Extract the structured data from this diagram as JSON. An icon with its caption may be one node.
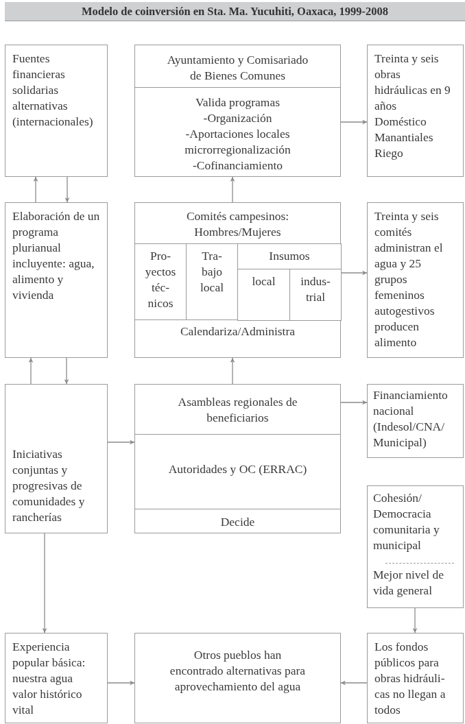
{
  "diagram": {
    "title": "Modelo de coinversión en Sta. Ma. Yucuhiti, Oaxaca, 1999-2008",
    "nodes": [
      {
        "text": [
          "Fuentes financieras solidarias alternativas (internacionales)"
        ]
      },
      {
        "text": [
          "Ayuntamiento y Comisariado de Bienes Comunes",
          "Valida programas",
          "-Organización",
          "-Aportaciones locales microrregionalización",
          "-Cofinanciamiento"
        ]
      },
      {
        "text": [
          "Treinta y seis obras hidráulicas en 9 años",
          "Doméstico",
          "Manantiales",
          "Riego"
        ]
      },
      {
        "text": [
          "Elaboración de un programa plurianual incluyente: agua, alimento y vivienda"
        ]
      },
      {
        "text": [
          "Comités campesinos: Hombres/Mujeres",
          "Calendariza/Administra"
        ]
      },
      {
        "text": [
          "Pro- yectos téc- nicos"
        ],
        "in": 4
      },
      {
        "text": [
          "Tra- bajo local"
        ],
        "in": 4
      },
      {
        "text": [
          "Insumos"
        ],
        "in": 4
      },
      {
        "text": [
          "local"
        ],
        "in": 7
      },
      {
        "text": [
          "indus- trial"
        ],
        "in": 7
      },
      {
        "text": [
          "Treinta y seis comités administran el agua y 25 grupos femeninos autogestivos producen alimento"
        ]
      },
      {
        "text": [
          "Iniciativas conjuntas y progresivas de comunidades y rancherías"
        ]
      },
      {
        "text": [
          "Asambleas regionales de beneficiarios",
          "Autoridades y OC (ERRAC)",
          "Decide"
        ]
      },
      {
        "text": [
          "Financiamiento nacional (Indesol/CNA/ Municipal)"
        ]
      },
      {
        "text": [
          "Cohesión/ Democracia comunitaria y municipal",
          "Mejor nivel de vida general"
        ]
      },
      {
        "text": [
          "Experiencia popular básica: nuestra agua valor histórico vital"
        ]
      },
      {
        "text": [
          "Otros pueblos han encontrado alternativas para aprovechamiento del agua"
        ]
      },
      {
        "text": [
          "Los fondos públicos para obras hidráuli- cas no llegan a todos"
        ]
      }
    ],
    "edges": [
      {
        "from": 3,
        "to": 0,
        "arrow": "to"
      },
      {
        "from": 0,
        "to": 3,
        "arrow": "to"
      },
      {
        "from": 4,
        "to": 1,
        "arrow": "to"
      },
      {
        "from": 1,
        "to": 2,
        "arrow": "to"
      },
      {
        "from": 11,
        "to": 3,
        "arrow": "to"
      },
      {
        "from": 3,
        "to": 11,
        "arrow": "to"
      },
      {
        "from": 12,
        "to": 4,
        "arrow": "to"
      },
      {
        "from": 4,
        "to": 10,
        "arrow": "to"
      },
      {
        "from": 11,
        "to": 12,
        "arrow": "to"
      },
      {
        "from": 12,
        "to": 13,
        "arrow": "to"
      },
      {
        "from": 11,
        "to": 15,
        "arrow": "to"
      },
      {
        "from": 14,
        "to": 17,
        "arrow": "to"
      },
      {
        "from": 15,
        "to": 16,
        "arrow": "to"
      },
      {
        "from": 17,
        "to": 16,
        "arrow": "to"
      }
    ]
  }
}
